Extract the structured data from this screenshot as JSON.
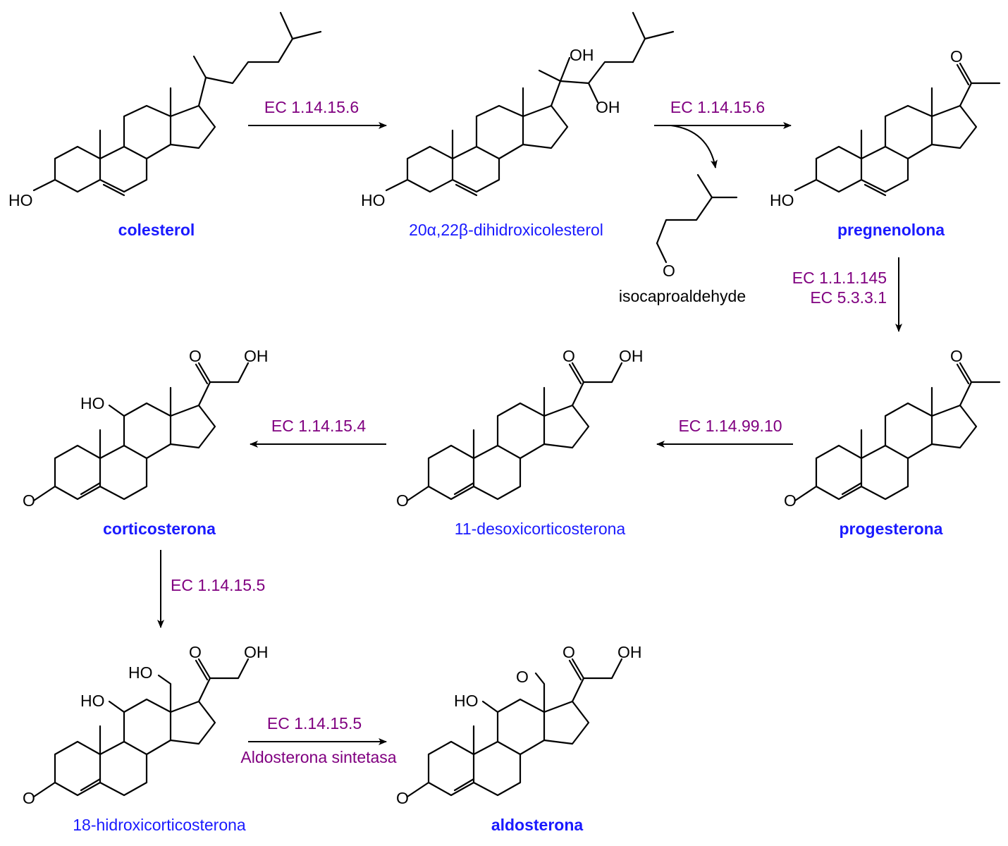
{
  "compounds": {
    "colesterol": "colesterol",
    "dihidroxi": "20α,22β-dihidroxicolesterol",
    "pregnenolona": "pregnenolona",
    "isocaproaldehyde": "isocaproaldehyde",
    "progesterona": "progesterona",
    "desoxi": "11-desoxicorticosterona",
    "corticosterona": "corticosterona",
    "hidroxicort": "18-hidroxicorticosterona",
    "aldosterona": "aldosterona"
  },
  "enzymes": {
    "step1": "EC 1.14.15.6",
    "step2": "EC 1.14.15.6",
    "step3a": "EC 1.1.1.145",
    "step3b": "EC 5.3.3.1",
    "step4": "EC 1.14.99.10",
    "step5": "EC 1.14.15.4",
    "step6": "EC 1.14.15.5",
    "step7a": "EC 1.14.15.5",
    "step7b": "Aldosterona sintetasa"
  },
  "atoms": {
    "ho": "HO",
    "oh": "OH",
    "o": "O"
  },
  "colors": {
    "compound_name": "#1a1aff",
    "enzyme": "#800080",
    "bond": "#000000"
  }
}
